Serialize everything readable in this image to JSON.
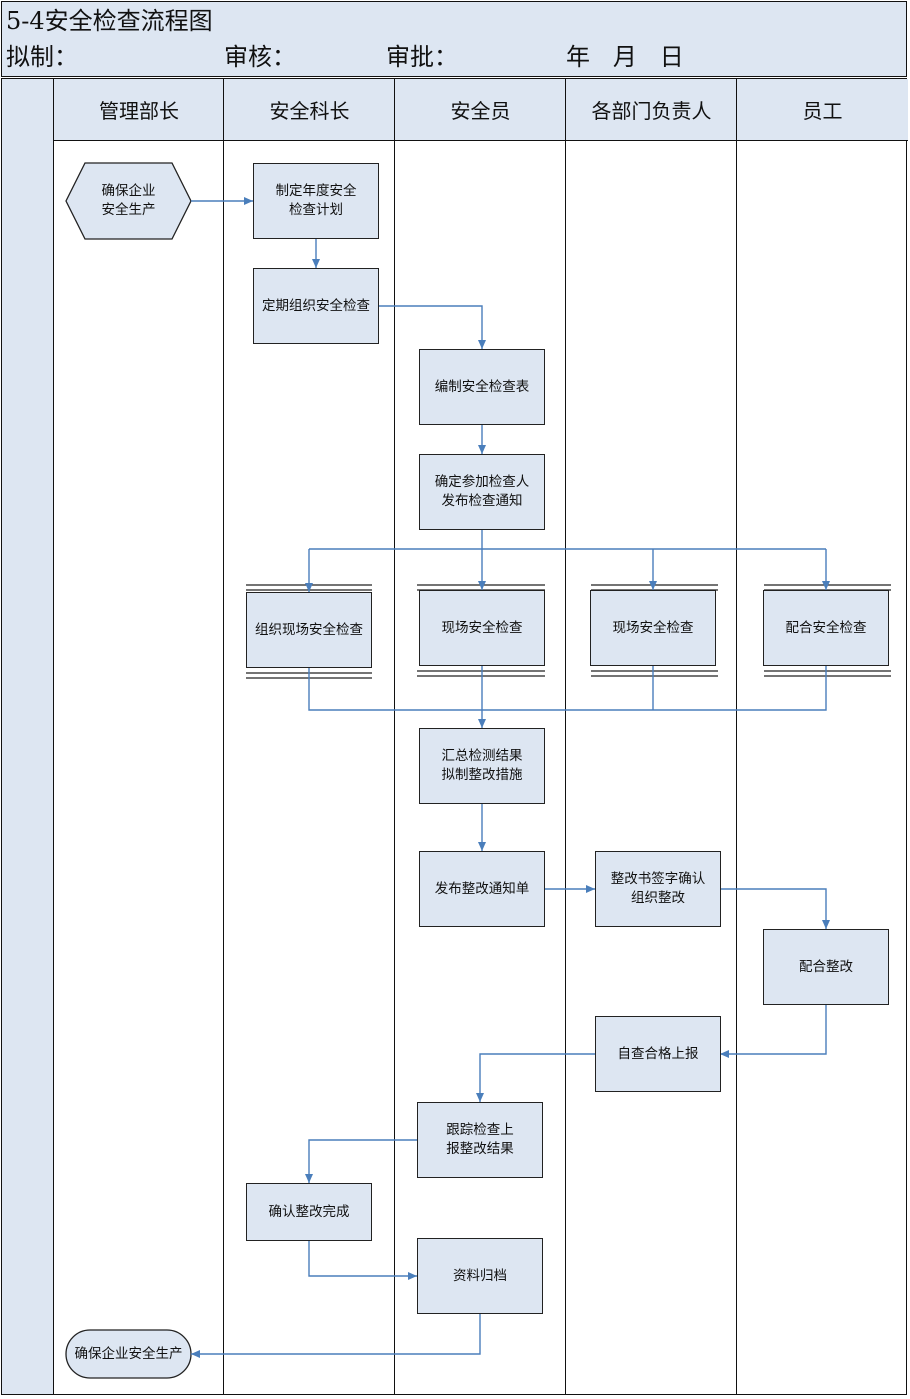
{
  "header": {
    "title": "5-4安全检查流程图",
    "draft_label": "拟制：",
    "review_label": "审核：",
    "approve_label": "审批：",
    "date_label": "年   月   日"
  },
  "lanes": [
    "管理部长",
    "安全科长",
    "安全员",
    "各部门负责人",
    "员工"
  ],
  "nodes": {
    "start": "确保企业\n安全生产",
    "plan": "制定年度安全\n检查计划",
    "periodic": "定期组织安全检查",
    "compile_sheet": "编制安全检查表",
    "participants": "确定参加检查人\n发布检查通知",
    "organize_site": "组织现场安全检查",
    "site_check_officer": "现场安全检查",
    "site_check_dept": "现场安全检查",
    "cooperate_check": "配合安全检查",
    "summarize": "汇总检测结果\n拟制整改措施",
    "publish_notice": "发布整改通知单",
    "sign_rectify": "整改书签字确认\n组织整改",
    "cooperate_rectify": "配合整改",
    "self_check": "自查合格上报",
    "track": "跟踪检查上\n报整改结果",
    "confirm": "确认整改完成",
    "archive": "资料归档",
    "end": "确保企业安全生产"
  },
  "colors": {
    "lane_fill": "#dde6f2",
    "box_fill": "#dde6f2",
    "arrow": "#4a7ebb",
    "border": "#111111"
  }
}
